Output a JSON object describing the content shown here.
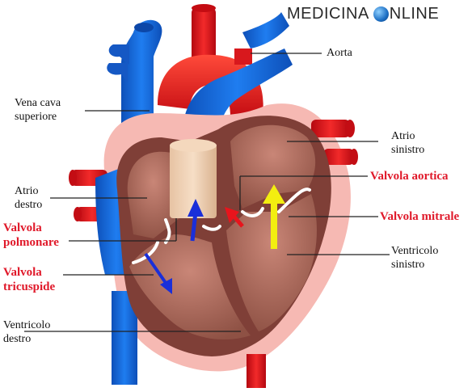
{
  "brand": {
    "left": "MEDICINA",
    "right": "NLINE",
    "icon": "globe-icon"
  },
  "labels": {
    "aorta": "Aorta",
    "vena_cava_1": "Vena cava",
    "vena_cava_2": "superiore",
    "atrio_sinistro_1": "Atrio",
    "atrio_sinistro_2": "sinistro",
    "atrio_destro_1": "Atrio",
    "atrio_destro_2": "destro",
    "valvola_aortica": "Valvola aortica",
    "valvola_mitrale": "Valvola mitrale",
    "valvola_polmonare_1": "Valvola",
    "valvola_polmonare_2": "polmonare",
    "valvola_tricuspide_1": "Valvola",
    "valvola_tricuspide_2": "tricuspide",
    "ventricolo_sinistro_1": "Ventricolo",
    "ventricolo_sinistro_2": "sinistro",
    "ventricolo_destro_1": "Ventricolo",
    "ventricolo_destro_2": "destro"
  },
  "colors": {
    "arterial": "#e3121b",
    "venous": "#1565d6",
    "muscle": "#a8685a",
    "pericardium": "#f6b9b3",
    "highlight_label": "#e0192a",
    "arrow_blue": "#1a2fd9",
    "arrow_red": "#e8141c",
    "arrow_yellow": "#f3ee10"
  }
}
